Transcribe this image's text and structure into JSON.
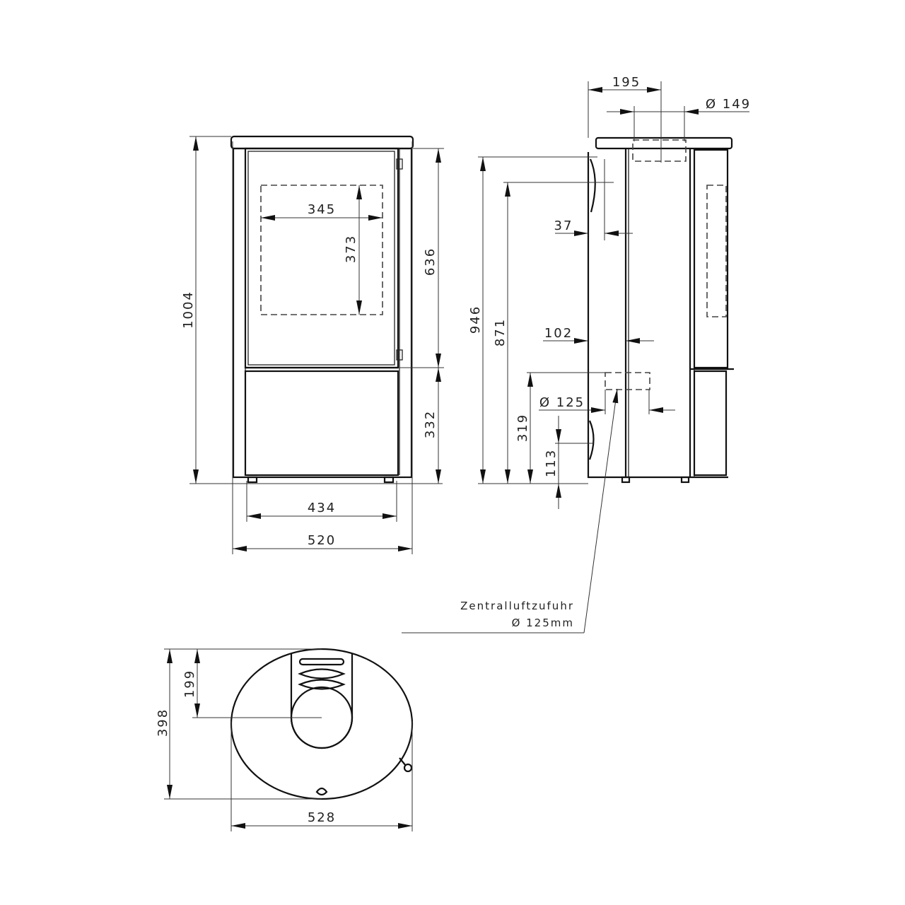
{
  "title": "Kaminofen Maßzeichnung",
  "front_view": {
    "height_total": "1004",
    "door_height": "636",
    "lower_height": "332",
    "glass_width": "345",
    "glass_height": "373",
    "inner_width": "434",
    "total_width": "520"
  },
  "side_view": {
    "flue_offset": "195",
    "flue_diameter": "Ø 149",
    "height_to_flue": "946",
    "height_to_air": "871",
    "depth_37": "37",
    "depth_102": "102",
    "air_height": "319",
    "air_diameter": "Ø 125",
    "foot_113": "113"
  },
  "annotation": {
    "label": "Zentralluftzufuhr",
    "diameter": "Ø 125mm"
  },
  "top_view": {
    "depth": "398",
    "center_depth": "199",
    "width": "528"
  },
  "colors": {
    "line": "#111111",
    "background": "#ffffff"
  }
}
